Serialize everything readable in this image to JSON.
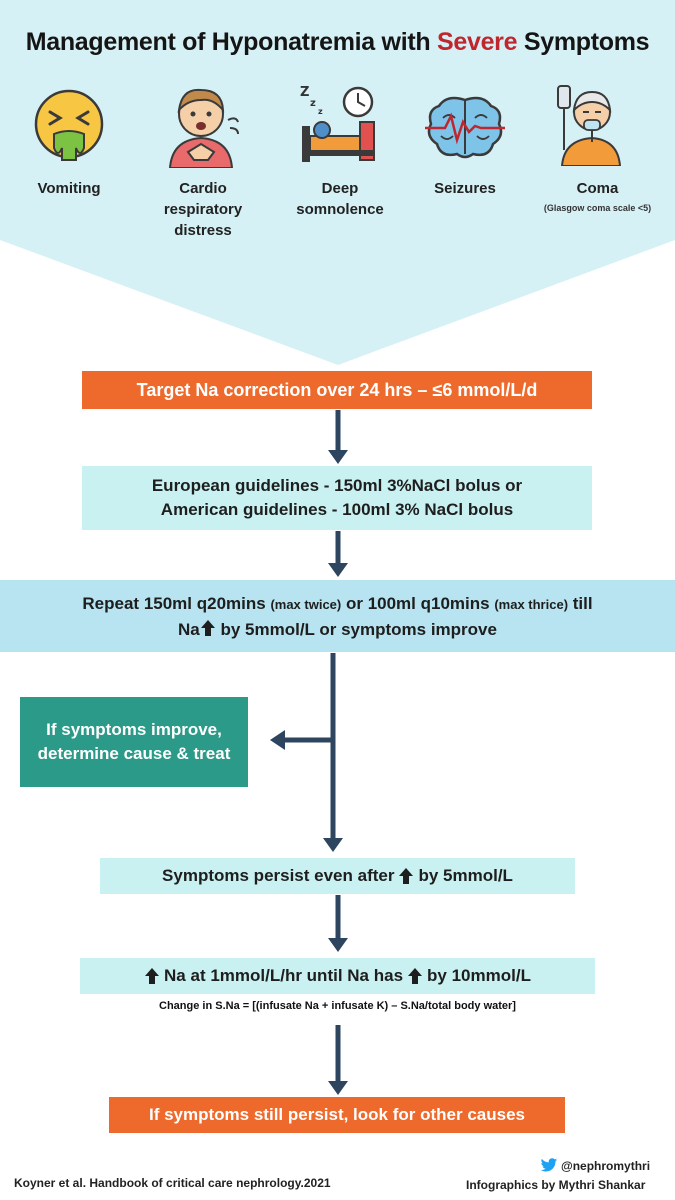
{
  "title": {
    "pre": "Management of Hyponatremia with ",
    "highlight": "Severe",
    "post": " Symptoms"
  },
  "symptoms": [
    {
      "label": "Vomiting",
      "icon": "vomiting-face-icon"
    },
    {
      "label": "Cardio respiratory distress",
      "icon": "distressed-person-icon"
    },
    {
      "label": "Deep somnolence",
      "icon": "sleeping-person-icon"
    },
    {
      "label": "Seizures",
      "icon": "brain-seizure-icon"
    },
    {
      "label": "Coma",
      "sub": "(Glasgow coma scale <5)",
      "icon": "coma-patient-icon"
    }
  ],
  "steps": {
    "target": "Target Na correction over 24 hrs – ≤6 mmol/L/d",
    "guidelines": {
      "line1": "European guidelines - 150ml 3%NaCl bolus  or",
      "line2": "American guidelines - 100ml 3% NaCl bolus"
    },
    "repeat": {
      "a": "Repeat 150ml q20mins ",
      "a_small": "(max twice)",
      "b": "  or  100ml q10mins ",
      "b_small": "(max thrice)",
      "c": " till",
      "d1": "Na",
      "d2": " by 5mmol/L or symptoms improve"
    },
    "improve": "If symptoms improve, determine cause & treat",
    "persist": {
      "a": "Symptoms persist even after ",
      "b": " by 5mmol/L"
    },
    "raise": {
      "a": " Na at 1mmol/L/hr until Na has ",
      "b": " by 10mmol/L"
    },
    "formula": "Change in S.Na = [(infusate Na + infusate K) – S.Na/total body water]",
    "final": "If symptoms still persist, look for other causes"
  },
  "footer": {
    "citation": "Koyner et al. Handbook of critical care nephrology.2021",
    "handle": "@nephromythri",
    "credit": "Infographics by Mythri Shankar"
  },
  "colors": {
    "header_bg": "#d6f1f5",
    "orange": "#ee6a2c",
    "light_cyan": "#c9f1f1",
    "mid_blue": "#b7e4f0",
    "teal": "#2b9a88",
    "arrow": "#2e4560",
    "severe_red": "#c0262d"
  }
}
